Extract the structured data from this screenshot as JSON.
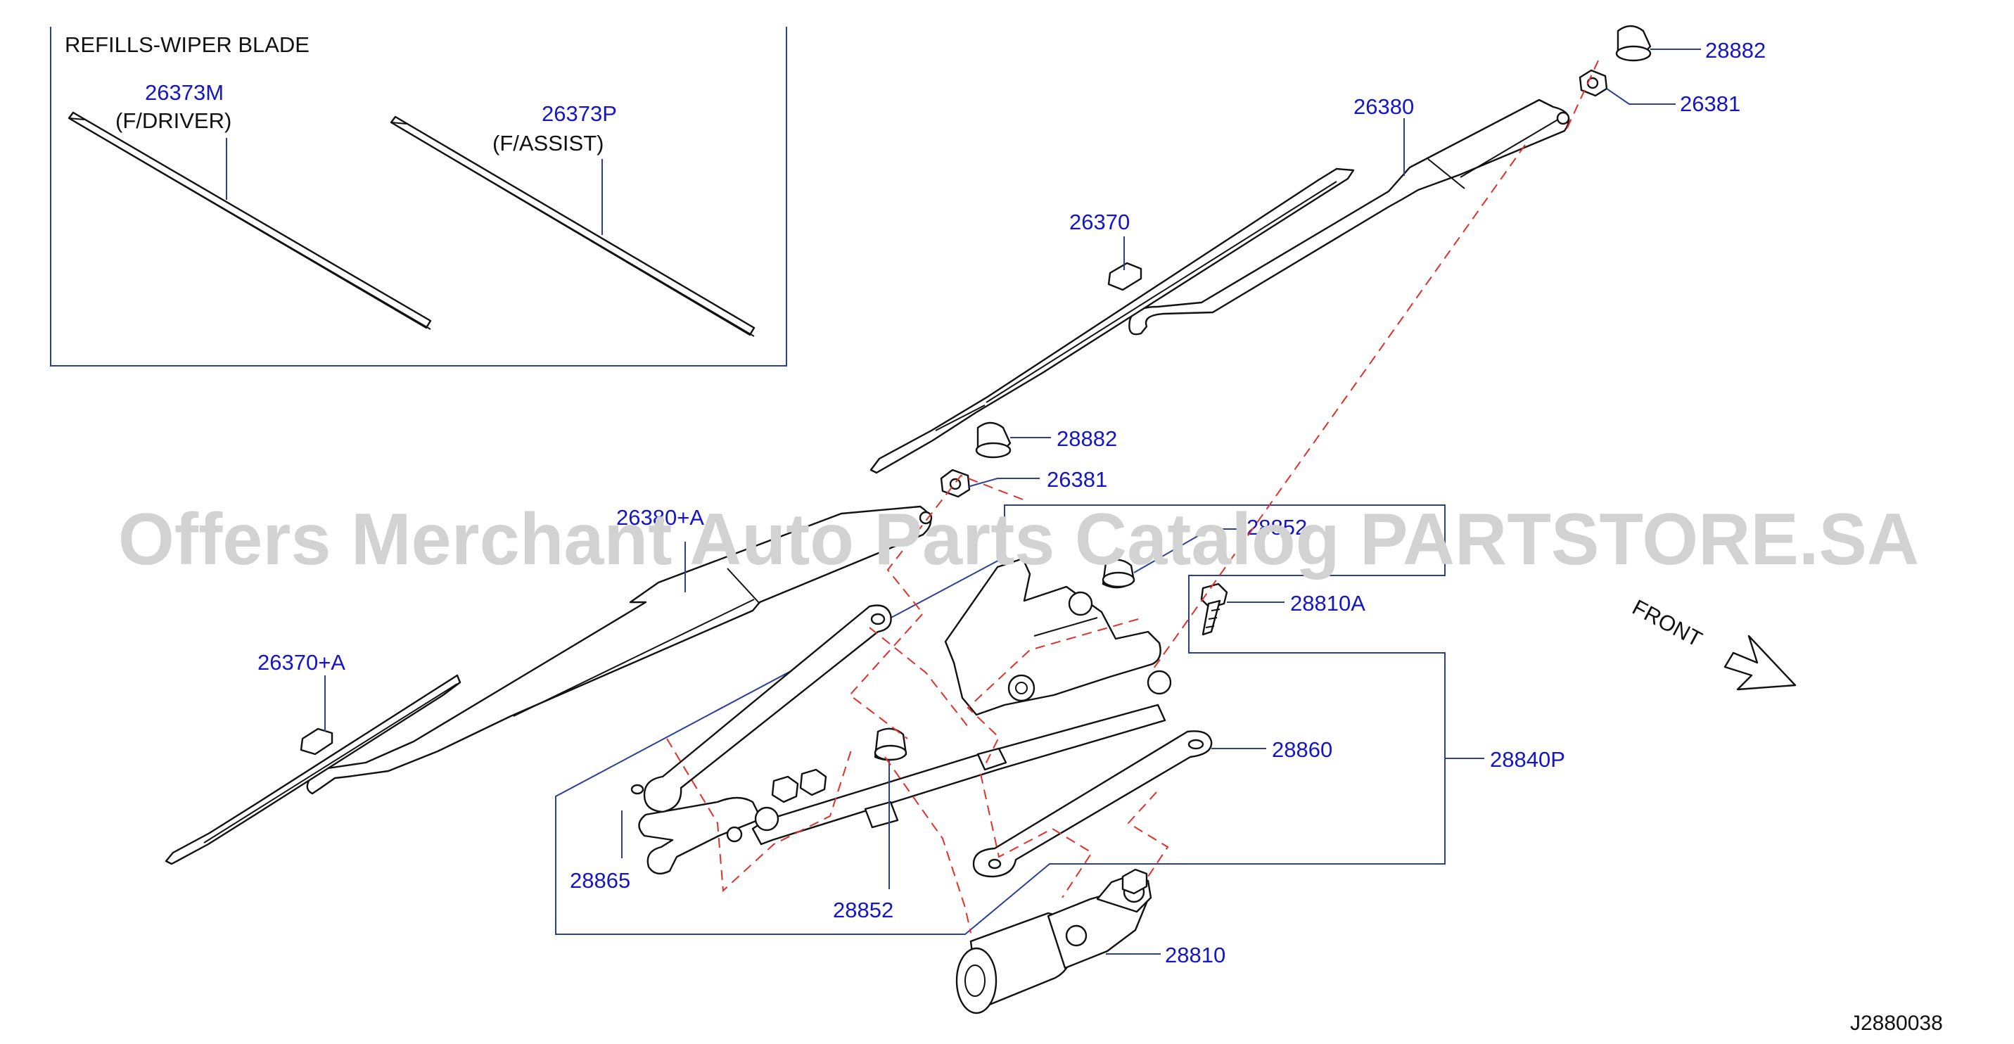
{
  "inset": {
    "title": "REFILLS-WIPER  BLADE",
    "driver_part": "26373M",
    "driver_note": "(F/DRIVER)",
    "assist_part": "26373P",
    "assist_note": "(F/ASSIST)"
  },
  "parts": {
    "cap_upper": "28882",
    "nut_upper": "26381",
    "arm_assist": "26380",
    "blade_assist": "26370",
    "cap_lower": "28882",
    "nut_lower": "26381",
    "arm_driver": "26380+A",
    "bushing_upper": "28852",
    "bolt": "28810A",
    "blade_driver": "26370+A",
    "rod_right": "28860",
    "linkage_assembly": "28840P",
    "rod_left": "28865",
    "bushing_lower": "28852",
    "motor": "28810"
  },
  "direction": {
    "front_label": "FRONT"
  },
  "document": {
    "code": "J2880038"
  },
  "watermark": {
    "text": "Offers Merchant Auto Parts Catalog PARTSTORE.SA"
  }
}
